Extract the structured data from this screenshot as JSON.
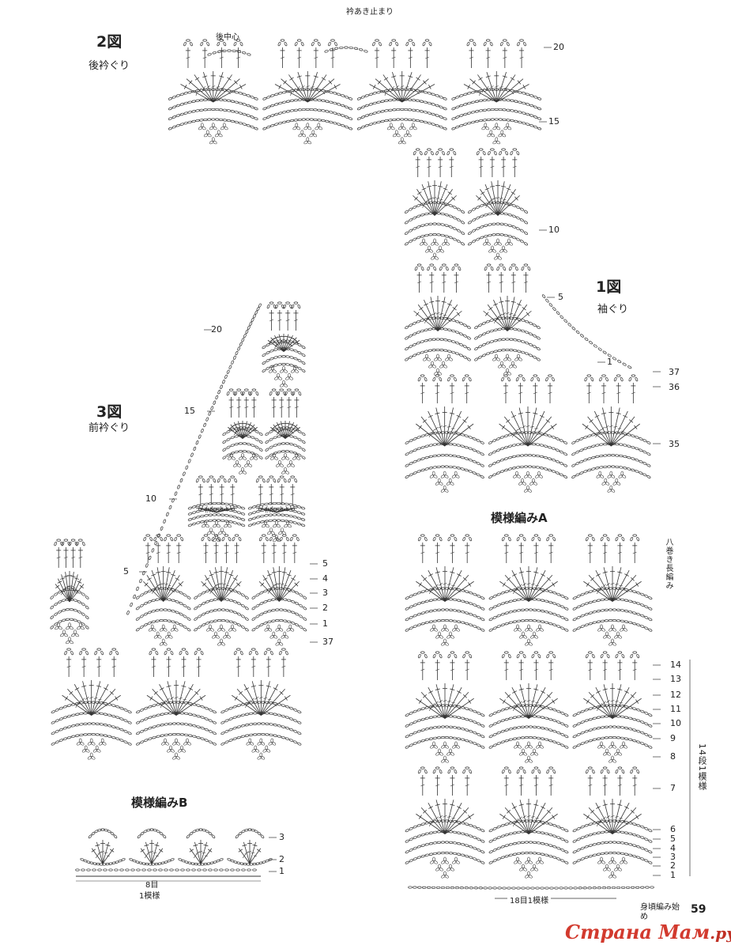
{
  "figure2": {
    "title": "2図",
    "subtitle": "後衿ぐり",
    "center_label": "後中心",
    "stop_label": "衿あき止まり",
    "rows": [
      "20",
      "15",
      "10"
    ]
  },
  "figure1": {
    "title": "1図",
    "subtitle": "袖ぐり",
    "rows": [
      "5",
      "1",
      "37",
      "36",
      "35"
    ]
  },
  "figure3": {
    "title": "3図",
    "subtitle": "前衿ぐり",
    "rows_left": [
      "20",
      "15",
      "10",
      "5"
    ],
    "rows_right": [
      "5",
      "4",
      "3",
      "2",
      "1",
      "37"
    ]
  },
  "patternA": {
    "title": "模様編みA",
    "stitch_note": "八巻き長編み",
    "rows": [
      "14",
      "13",
      "12",
      "11",
      "10",
      "9",
      "8",
      "7",
      "6",
      "5",
      "4",
      "3",
      "2",
      "1"
    ],
    "repeat_rows": "14段1模様",
    "repeat_stitches": "18目1模様",
    "start_note": "身頃編み始め"
  },
  "patternB": {
    "title": "模様編みB",
    "rows": [
      "3",
      "2",
      "1"
    ],
    "stitches": "8目",
    "repeat": "1模様"
  },
  "page_number": "59",
  "watermark": {
    "main": "Страна Мам",
    "suffix": ".ру"
  },
  "colors": {
    "ink": "#333333",
    "watermark": "#d23a2e"
  }
}
